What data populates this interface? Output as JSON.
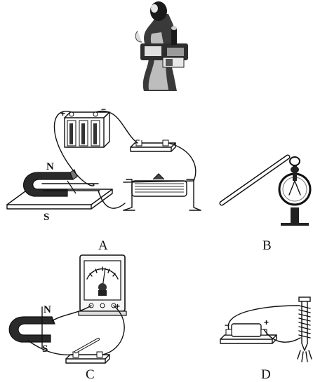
{
  "panels": {
    "a": {
      "label": "A",
      "north": "N",
      "south": "S",
      "plus": "+",
      "minus": "−"
    },
    "b": {
      "label": "B"
    },
    "c": {
      "label": "C",
      "north": "N",
      "south": "S",
      "minus": "−",
      "plus": "+"
    },
    "d": {
      "label": "D",
      "minus": "−",
      "plus": "+"
    }
  }
}
